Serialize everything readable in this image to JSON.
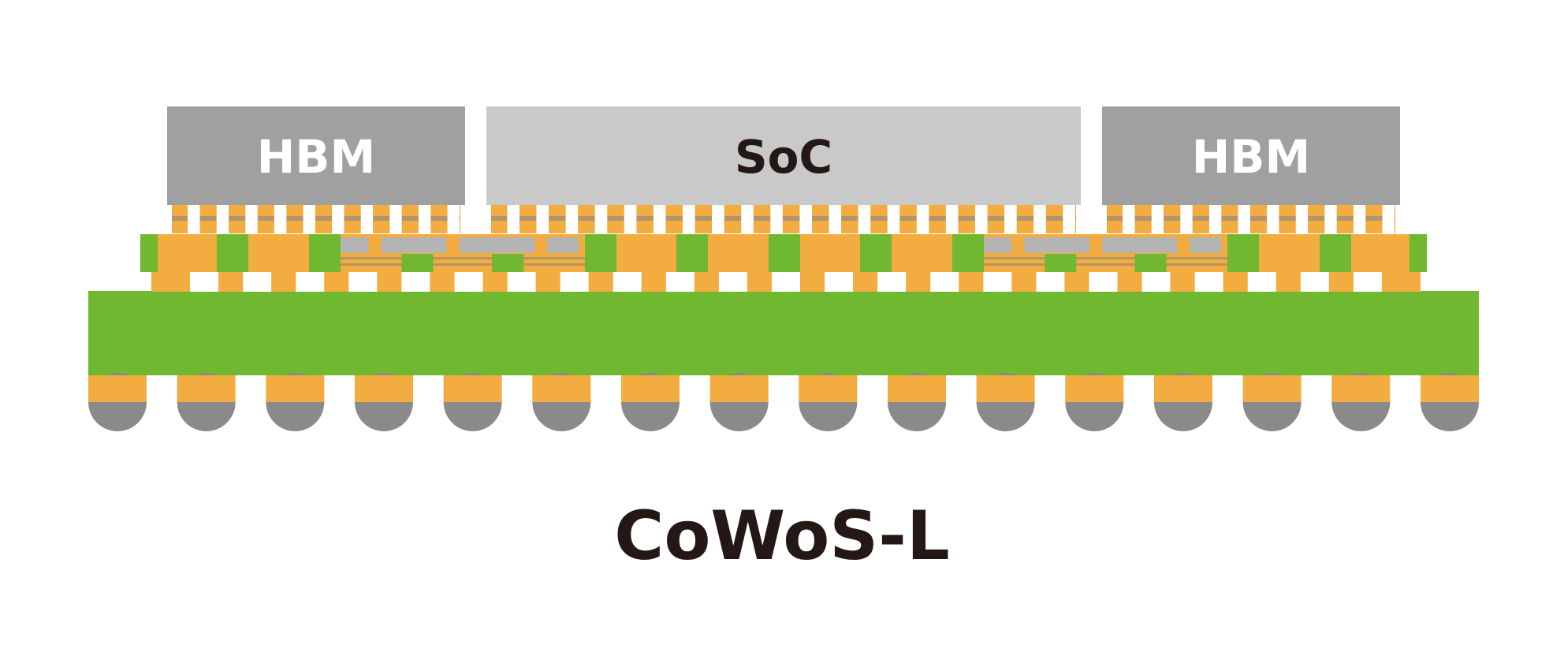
{
  "labels": {
    "hbm_left": "HBM",
    "soc": "SoC",
    "hbm_right": "HBM",
    "title": "CoWoS-L"
  },
  "colors": {
    "hbm": "#a0a0a0",
    "soc": "#c9c9c9",
    "hbm_text": "#ffffff",
    "soc_text": "#231815",
    "title_text": "#231815",
    "copper": "#f2ac3f",
    "copper_line": "#b3946b",
    "interposer_green": "#70b82f",
    "bridge_gray": "#b4b4b4",
    "solder": "#8a8a8a",
    "background": "#ffffff"
  },
  "counts": {
    "ball_count": 16,
    "c4_bump_count": 24
  }
}
